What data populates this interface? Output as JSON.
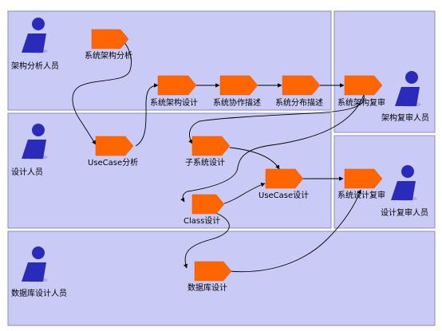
{
  "colors": {
    "lane_fill": "#cacaf7",
    "lane_border": "#8a8ac2",
    "activity": "#ff6600",
    "actor": "#2b2bbb",
    "arrow": "#000000"
  },
  "actors": {
    "arch_analyst": "架构分析人员",
    "arch_reviewer": "架构复审人员",
    "designer": "设计人员",
    "design_reviewer": "设计复审人员",
    "db_designer": "数据库设计人员"
  },
  "activities": {
    "system_arch_analysis": "系统架构分析",
    "system_arch_design": "系统架构设计",
    "system_collab_desc": "系统协作描述",
    "system_dist_desc": "系统分布描述",
    "system_arch_review": "系统架构复审",
    "usecase_analysis": "UseCase分析",
    "subsystem_design": "子系统设计",
    "usecase_design": "UseCase设计",
    "class_design": "Class设计",
    "system_design_review": "系统设计复审",
    "database_design": "数据库设计"
  }
}
